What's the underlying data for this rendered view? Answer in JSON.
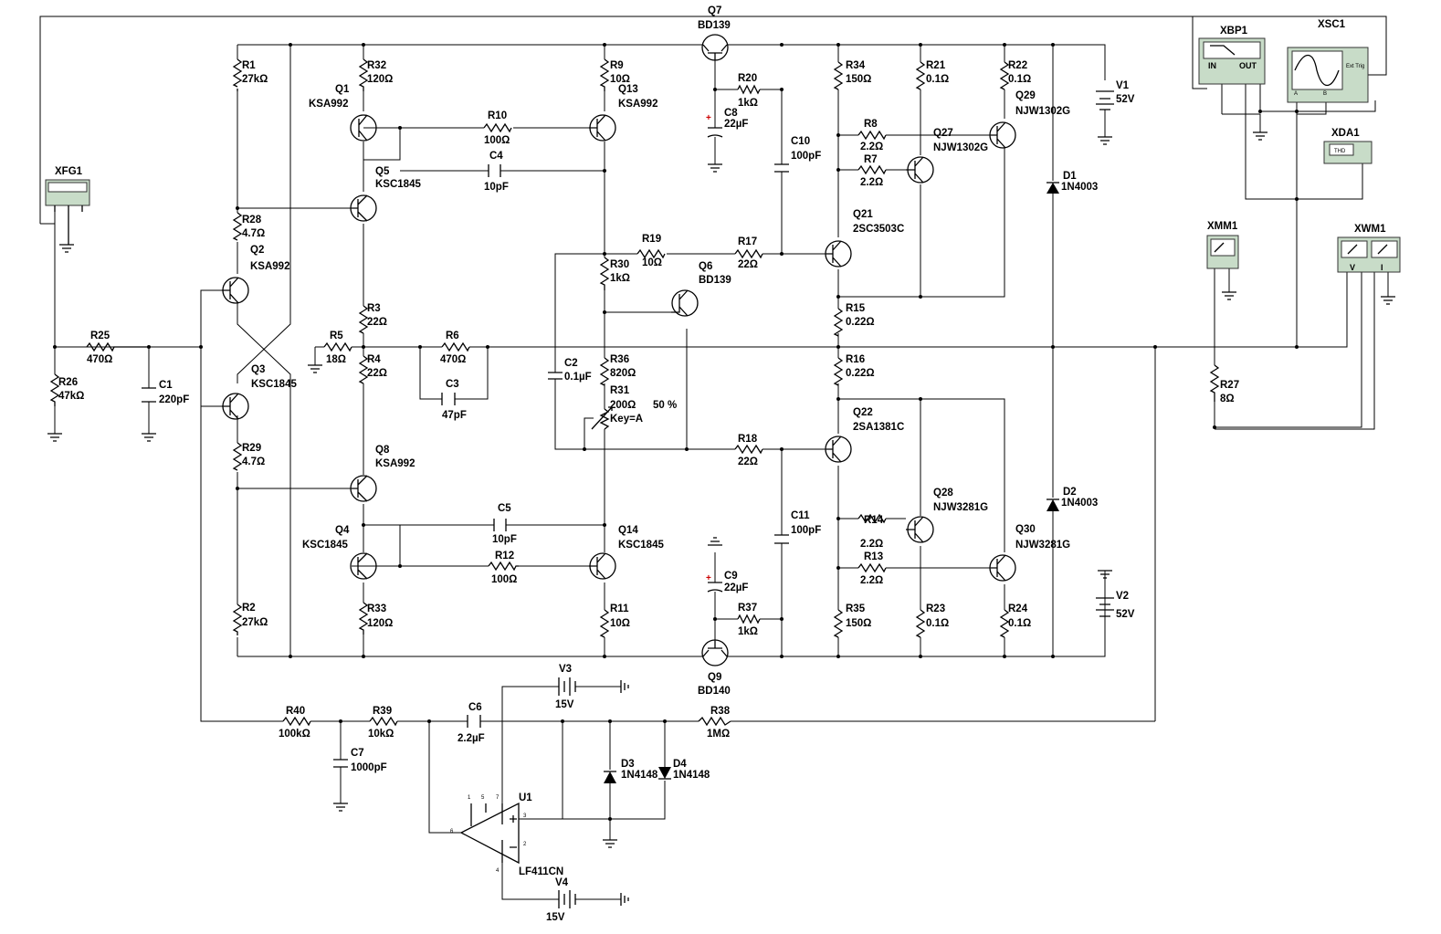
{
  "schematic": {
    "transistors": [
      {
        "ref": "Q1",
        "part": "KSA992"
      },
      {
        "ref": "Q2",
        "part": "KSA992"
      },
      {
        "ref": "Q3",
        "part": "KSC1845"
      },
      {
        "ref": "Q4",
        "part": "KSC1845"
      },
      {
        "ref": "Q5",
        "part": "KSC1845"
      },
      {
        "ref": "Q6",
        "part": "BD139"
      },
      {
        "ref": "Q7",
        "part": "BD139"
      },
      {
        "ref": "Q8",
        "part": "KSA992"
      },
      {
        "ref": "Q9",
        "part": "BD140"
      },
      {
        "ref": "Q13",
        "part": "KSA992"
      },
      {
        "ref": "Q14",
        "part": "KSC1845"
      },
      {
        "ref": "Q21",
        "part": "2SC3503C"
      },
      {
        "ref": "Q22",
        "part": "2SA1381C"
      },
      {
        "ref": "Q27",
        "part": "NJW1302G"
      },
      {
        "ref": "Q28",
        "part": "NJW3281G"
      },
      {
        "ref": "Q29",
        "part": "NJW1302G"
      },
      {
        "ref": "Q30",
        "part": "NJW3281G"
      }
    ],
    "resistors": [
      {
        "ref": "R1",
        "value": "27kΩ"
      },
      {
        "ref": "R2",
        "value": "27kΩ"
      },
      {
        "ref": "R3",
        "value": "22Ω"
      },
      {
        "ref": "R4",
        "value": "22Ω"
      },
      {
        "ref": "R5",
        "value": "18Ω"
      },
      {
        "ref": "R6",
        "value": "470Ω"
      },
      {
        "ref": "R7",
        "value": "2.2Ω"
      },
      {
        "ref": "R8",
        "value": "2.2Ω"
      },
      {
        "ref": "R9",
        "value": "10Ω"
      },
      {
        "ref": "R10",
        "value": "100Ω"
      },
      {
        "ref": "R11",
        "value": "10Ω"
      },
      {
        "ref": "R12",
        "value": "100Ω"
      },
      {
        "ref": "R13",
        "value": "2.2Ω"
      },
      {
        "ref": "R14",
        "value": "2.2Ω"
      },
      {
        "ref": "R15",
        "value": "0.22Ω"
      },
      {
        "ref": "R16",
        "value": "0.22Ω"
      },
      {
        "ref": "R17",
        "value": "22Ω"
      },
      {
        "ref": "R18",
        "value": "22Ω"
      },
      {
        "ref": "R19",
        "value": "10Ω"
      },
      {
        "ref": "R20",
        "value": "1kΩ"
      },
      {
        "ref": "R21",
        "value": "0.1Ω"
      },
      {
        "ref": "R22",
        "value": "0.1Ω"
      },
      {
        "ref": "R23",
        "value": "0.1Ω"
      },
      {
        "ref": "R24",
        "value": "0.1Ω"
      },
      {
        "ref": "R25",
        "value": "470Ω"
      },
      {
        "ref": "R26",
        "value": "47kΩ"
      },
      {
        "ref": "R27",
        "value": "8Ω"
      },
      {
        "ref": "R28",
        "value": "4.7Ω"
      },
      {
        "ref": "R29",
        "value": "4.7Ω"
      },
      {
        "ref": "R30",
        "value": "1kΩ"
      },
      {
        "ref": "R32",
        "value": "120Ω"
      },
      {
        "ref": "R33",
        "value": "120Ω"
      },
      {
        "ref": "R34",
        "value": "150Ω"
      },
      {
        "ref": "R35",
        "value": "150Ω"
      },
      {
        "ref": "R36",
        "value": "820Ω"
      },
      {
        "ref": "R37",
        "value": "1kΩ"
      },
      {
        "ref": "R38",
        "value": "1MΩ"
      },
      {
        "ref": "R39",
        "value": "10kΩ"
      },
      {
        "ref": "R40",
        "value": "100kΩ"
      }
    ],
    "potentiometer": {
      "ref": "R31",
      "value": "200Ω",
      "key": "Key=A",
      "setting": "50 %"
    },
    "capacitors": [
      {
        "ref": "C1",
        "value": "220pF"
      },
      {
        "ref": "C2",
        "value": "0.1µF"
      },
      {
        "ref": "C3",
        "value": "47pF"
      },
      {
        "ref": "C4",
        "value": "10pF"
      },
      {
        "ref": "C5",
        "value": "10pF"
      },
      {
        "ref": "C6",
        "value": "2.2µF"
      },
      {
        "ref": "C7",
        "value": "1000pF"
      },
      {
        "ref": "C8",
        "value": "22µF"
      },
      {
        "ref": "C9",
        "value": "22µF"
      },
      {
        "ref": "C10",
        "value": "100pF"
      },
      {
        "ref": "C11",
        "value": "100pF"
      }
    ],
    "diodes": [
      {
        "ref": "D1",
        "part": "1N4003"
      },
      {
        "ref": "D2",
        "part": "1N4003"
      },
      {
        "ref": "D3",
        "part": "1N4148"
      },
      {
        "ref": "D4",
        "part": "1N4148"
      }
    ],
    "sources": [
      {
        "ref": "V1",
        "value": "52V"
      },
      {
        "ref": "V2",
        "value": "52V"
      },
      {
        "ref": "V3",
        "value": "15V"
      },
      {
        "ref": "V4",
        "value": "15V"
      }
    ],
    "opamp": {
      "ref": "U1",
      "part": "LF411CN",
      "pins": [
        "1",
        "5",
        "7",
        "6",
        "3",
        "2",
        "4"
      ]
    },
    "instruments": {
      "xfg1": {
        "ref": "XFG1"
      },
      "xbp1": {
        "ref": "XBP1",
        "in_label": "IN",
        "out_label": "OUT"
      },
      "xsc1": {
        "ref": "XSC1",
        "trig_label": "Ext Trig",
        "chan_a": "A",
        "chan_b": "B"
      },
      "xda1": {
        "ref": "XDA1",
        "panel_label": "THD"
      },
      "xmm1": {
        "ref": "XMM1"
      },
      "xwm1": {
        "ref": "XWM1",
        "v_label": "V",
        "i_label": "I"
      }
    }
  }
}
